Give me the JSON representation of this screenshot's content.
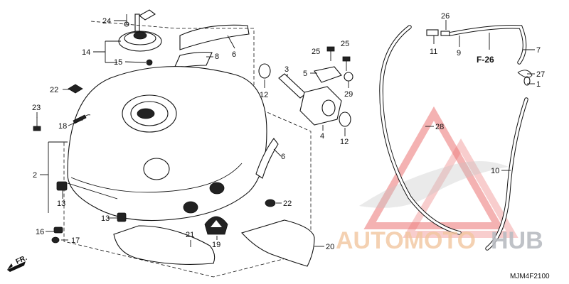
{
  "callouts": [
    "1",
    "2",
    "3",
    "4",
    "5",
    "6",
    "7",
    "8",
    "9",
    "10",
    "11",
    "12",
    "13",
    "15",
    "16",
    "17",
    "18",
    "19",
    "20",
    "21",
    "22",
    "23",
    "24",
    "25",
    "26",
    "27",
    "28",
    "29"
  ],
  "labels": {
    "p24": "24",
    "p14": "14",
    "p15": "15",
    "p8": "8",
    "p6a": "6",
    "p6b": "6",
    "p22a": "22",
    "p22b": "22",
    "p23": "23",
    "p18": "18",
    "p2": "2",
    "p13a": "13",
    "p13b": "13",
    "p16": "16",
    "p17": "17",
    "p21": "21",
    "p19": "19",
    "p3": "3",
    "p5": "5",
    "p25a": "25",
    "p25b": "25",
    "p12a": "12",
    "p12b": "12",
    "p4": "4",
    "p29": "29",
    "p20": "20",
    "p26": "26",
    "p11": "11",
    "p9": "9",
    "p7": "7",
    "p27": "27",
    "p1": "1",
    "p28": "28",
    "p10": "10"
  },
  "reference": "F-26",
  "direction": "FR.",
  "diagram_code": "MJM4F2100",
  "watermark": {
    "brand_part1": "AUTOMOTO",
    "brand_part2": "HUB",
    "color_auto": "#f2c6a0",
    "color_hub": "#b9bcc2",
    "triangle_color": "#e85a5a"
  }
}
